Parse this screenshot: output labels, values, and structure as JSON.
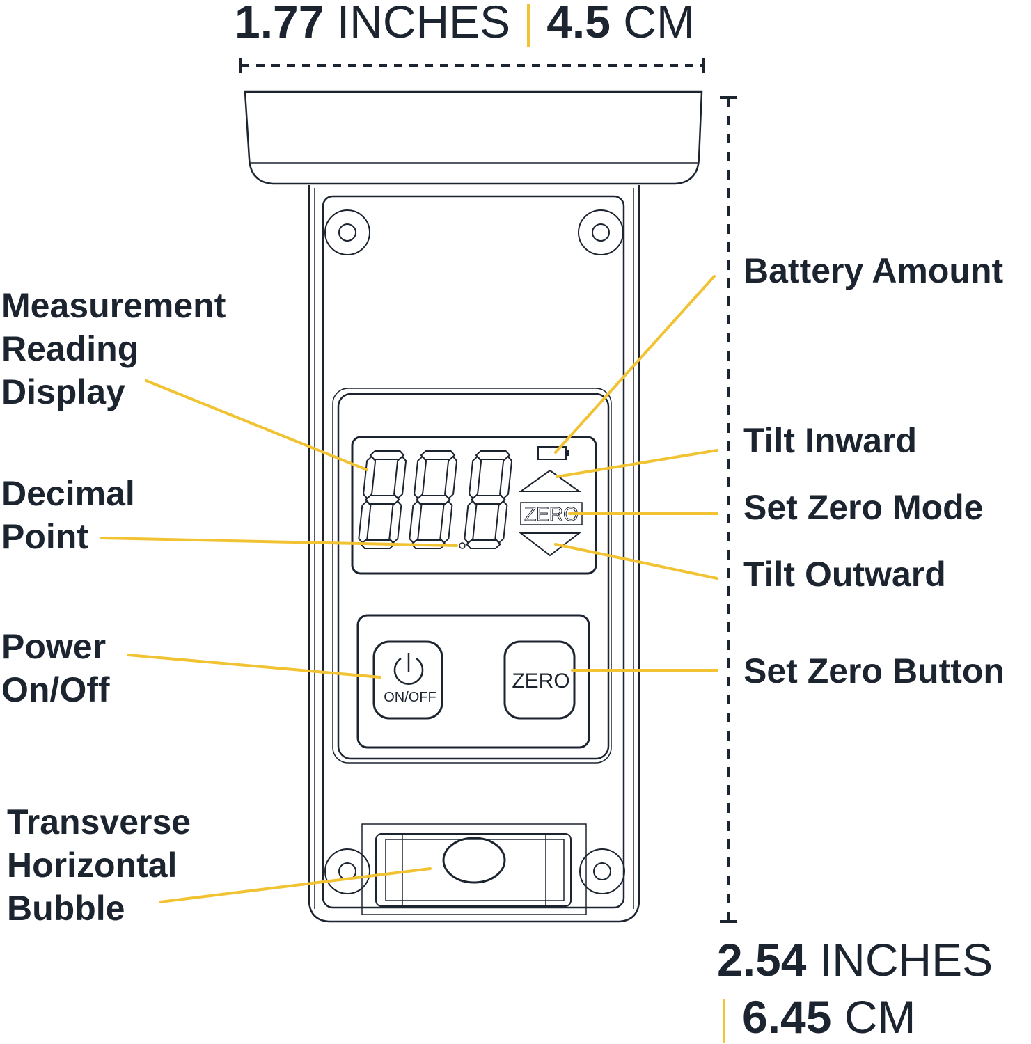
{
  "dimensions": {
    "width": {
      "in_value": "1.77",
      "in_unit": "INCHES",
      "cm_value": "4.5",
      "cm_unit": "CM"
    },
    "height": {
      "in_value": "2.54",
      "in_unit": "INCHES",
      "cm_value": "6.45",
      "cm_unit": "CM"
    }
  },
  "labels": {
    "measurement_reading_display": [
      "Measurement",
      "Reading",
      "Display"
    ],
    "decimal_point": [
      "Decimal",
      "Point"
    ],
    "power_on_off": [
      "Power",
      "On/Off"
    ],
    "transverse_horizontal_bubble": [
      "Transverse",
      "Horizontal",
      "Bubble"
    ],
    "battery_amount": "Battery Amount",
    "tilt_inward": "Tilt Inward",
    "set_zero_mode": "Set Zero Mode",
    "tilt_outward": "Tilt Outward",
    "set_zero_button": "Set Zero Button"
  },
  "device": {
    "lcd_zero_text": "ZERO",
    "power_button_text": "ON/OFF",
    "zero_button_text": "ZERO"
  },
  "colors": {
    "leader_line": "#f1c232",
    "outline": "#1c2430",
    "text": "#1c2430"
  }
}
